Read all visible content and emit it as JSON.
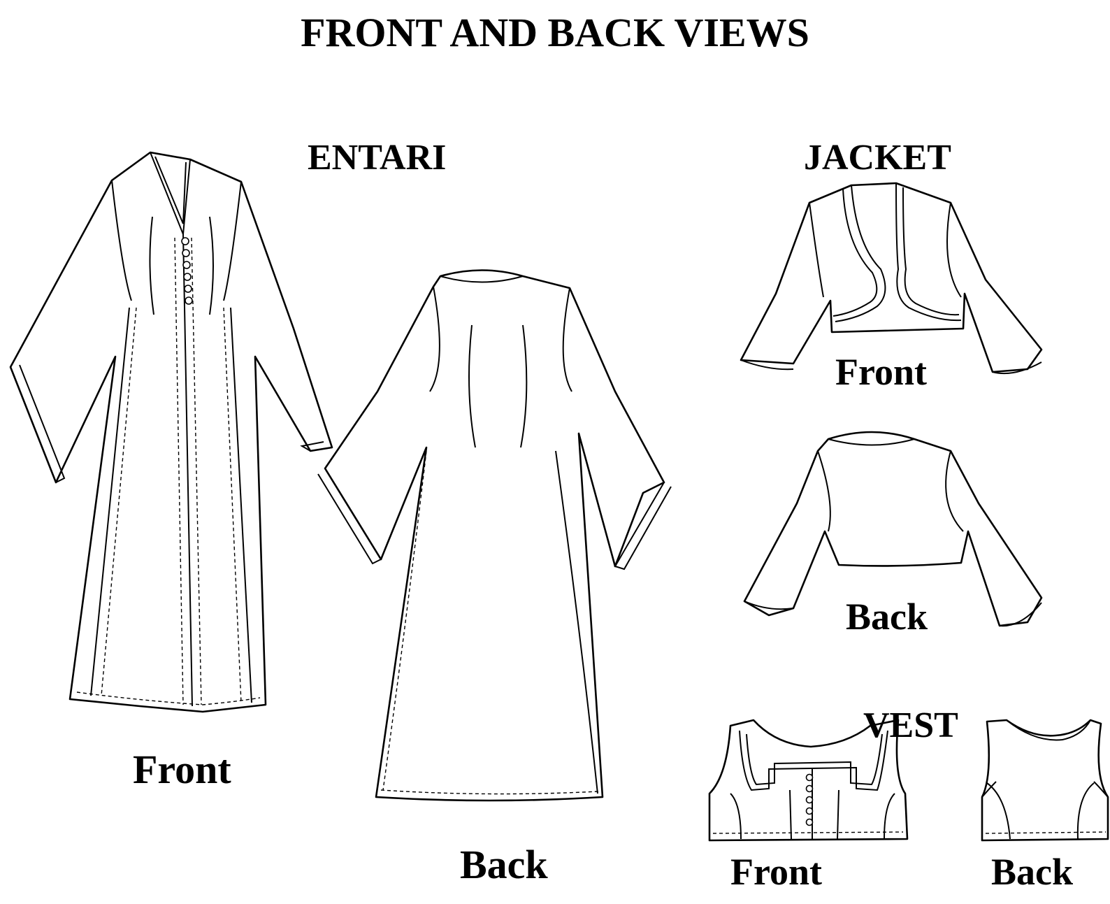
{
  "title": "FRONT AND BACK VIEWS",
  "sections": {
    "entari": {
      "label": "ENTARI",
      "front_label": "Front",
      "back_label": "Back"
    },
    "jacket": {
      "label": "JACKET",
      "front_label": "Front",
      "back_label": "Back"
    },
    "vest": {
      "label": "VEST",
      "front_label": "Front",
      "back_label": "Back"
    }
  }
}
